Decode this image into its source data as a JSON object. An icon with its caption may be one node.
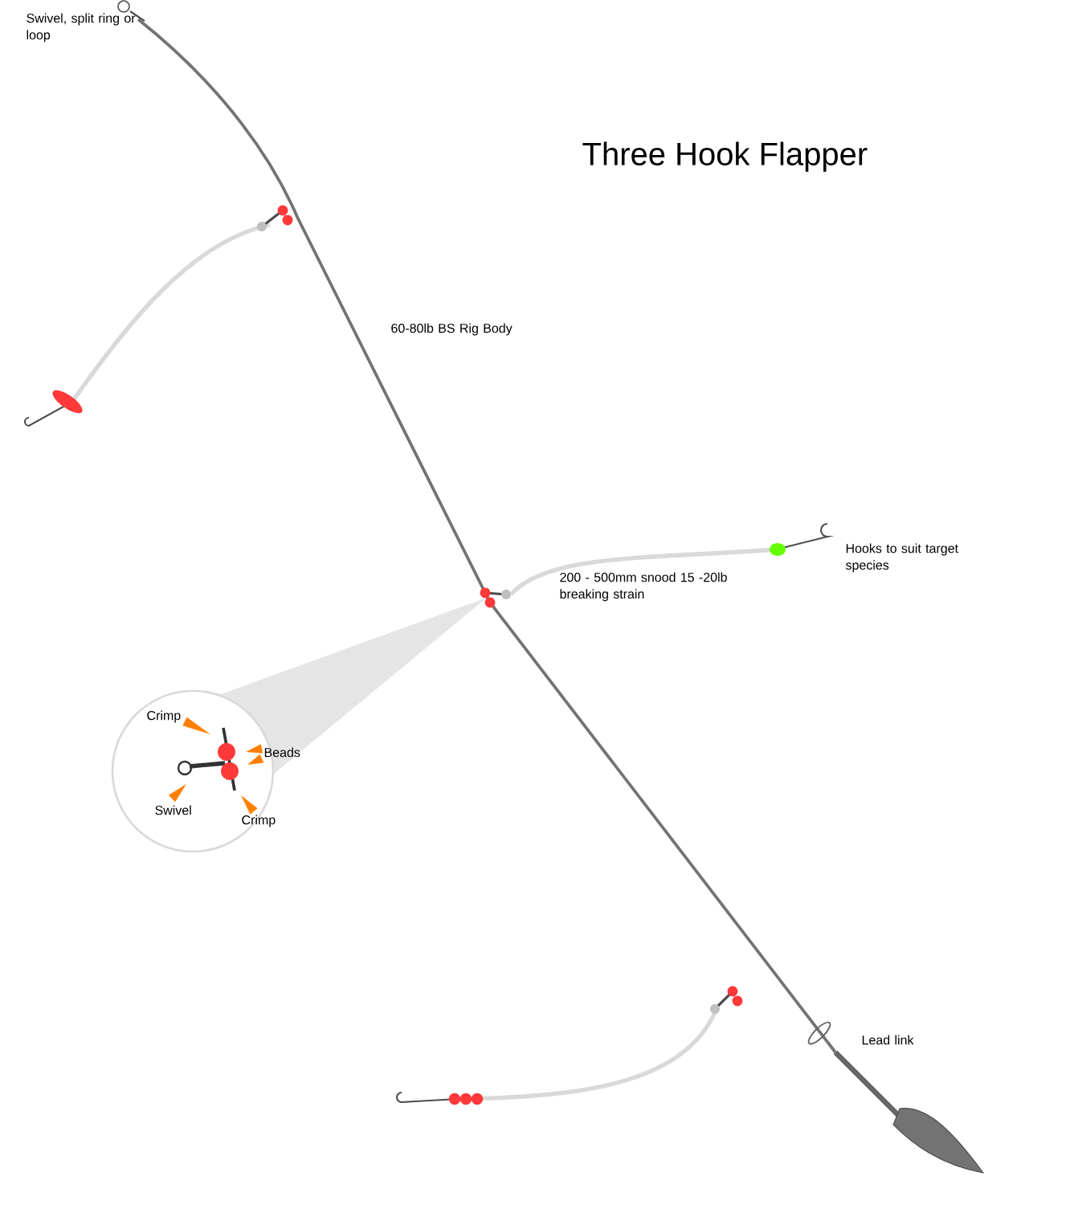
{
  "diagram": {
    "title": "Three Hook Flapper",
    "labels": [
      "Swivel, split ring or loop",
      "60-80lb BS Rig Body",
      "Hooks to suit target species",
      "200 - 500mm snood 15 -20lb breaking strain",
      "Crimp",
      "Beads",
      "Swivel",
      "Crimp",
      "Lead link"
    ]
  }
}
